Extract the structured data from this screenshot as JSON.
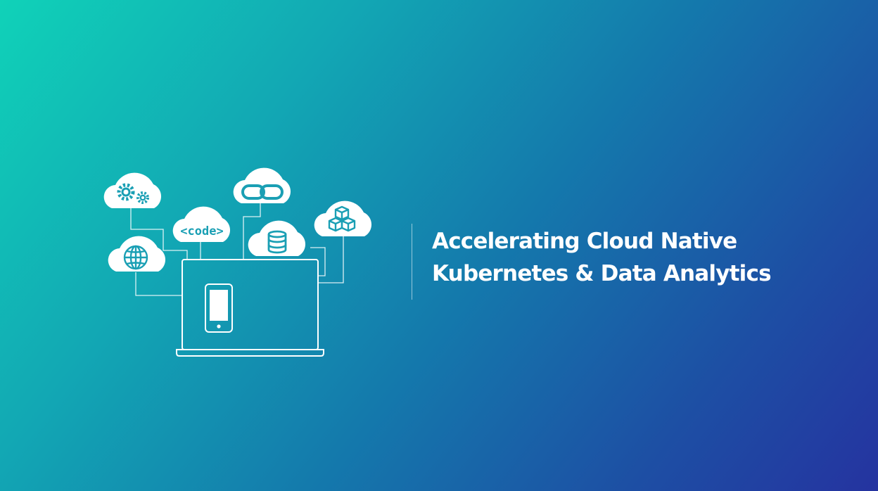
{
  "slide": {
    "headline_line1": "Accelerating Cloud Native",
    "headline_line2": "Kubernetes & Data Analytics",
    "code_label": "<code>"
  },
  "colors": {
    "gradient_start": "#10d2b8",
    "gradient_end": "#2533a0",
    "text": "#ffffff",
    "icon_color": "#1a9fb4"
  },
  "icons": [
    "gears-icon",
    "code-icon",
    "link-icon",
    "database-icon",
    "cubes-icon",
    "globe-icon",
    "laptop-icon",
    "smartphone-icon"
  ]
}
